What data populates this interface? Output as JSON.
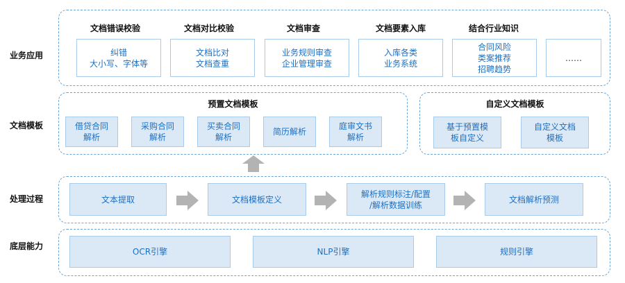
{
  "rows": {
    "app": "业务应用",
    "template": "文档模板",
    "process": "处理过程",
    "base": "底层能力"
  },
  "app": {
    "columns": [
      {
        "title": "文档错误校验",
        "lines": [
          "纠错",
          "大小写、字体等"
        ]
      },
      {
        "title": "文档对比校验",
        "lines": [
          "文档比对",
          "文档查重"
        ]
      },
      {
        "title": "文档审查",
        "lines": [
          "业务规则审查",
          "企业管理审查"
        ]
      },
      {
        "title": "文档要素入库",
        "lines": [
          "入库各类",
          "业务系统"
        ]
      },
      {
        "title": "结合行业知识",
        "lines": [
          "合同风险",
          "类案推荐",
          "招聘趋势"
        ]
      },
      {
        "title": "",
        "lines": [
          "……"
        ]
      }
    ]
  },
  "preset": {
    "title": "预置文档模板",
    "items": [
      [
        "借贷合同",
        "解析"
      ],
      [
        "采购合同",
        "解析"
      ],
      [
        "买卖合同",
        "解析"
      ],
      [
        "简历解析"
      ],
      [
        "庭审文书",
        "解析"
      ]
    ]
  },
  "custom": {
    "title": "自定义文档模板",
    "items": [
      [
        "基于预置模",
        "板自定义"
      ],
      [
        "自定义文档",
        "模板"
      ]
    ]
  },
  "process": {
    "steps": [
      [
        "文本提取"
      ],
      [
        "文档模板定义"
      ],
      [
        "解析规则标注/配置",
        "/解析数据训练"
      ],
      [
        "文档解析预测"
      ]
    ]
  },
  "base": {
    "engines": [
      "OCR引擎",
      "NLP引擎",
      "规则引擎"
    ]
  },
  "colors": {
    "box_fill": "#dbe9f7",
    "box_border": "#a9cbea",
    "box_text": "#1f6fbf",
    "dashed_border": "#6aa5d8",
    "arrow": "#b3b3b3"
  }
}
